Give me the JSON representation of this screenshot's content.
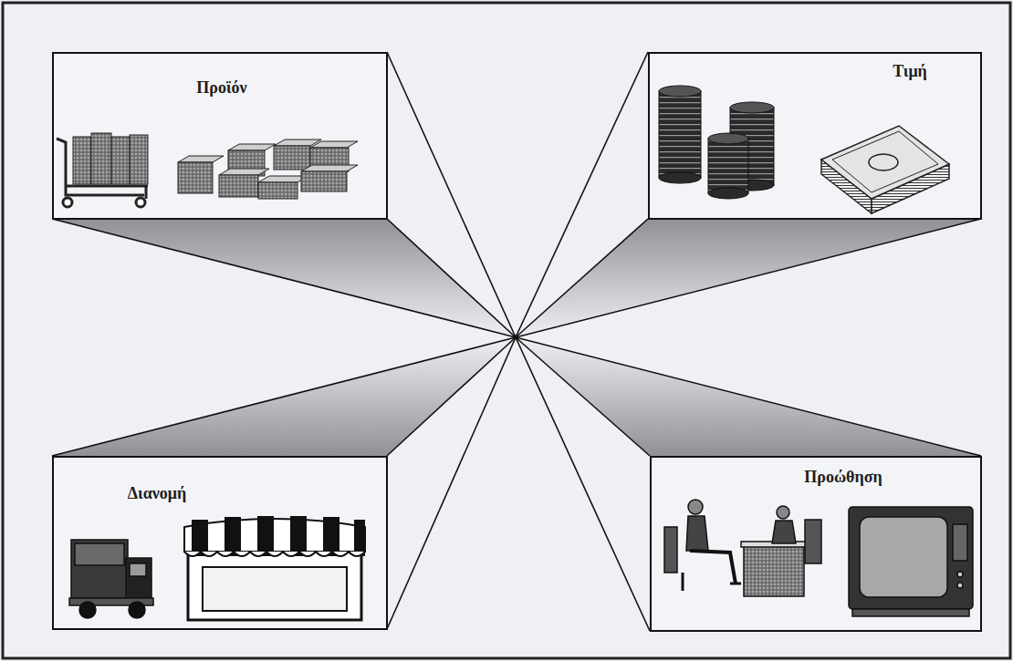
{
  "diagram": {
    "nodes": [
      {
        "text": [
          "Προϊόν"
        ]
      },
      {
        "text": [
          "Τιμή"
        ]
      },
      {
        "text": [
          "Διανομή"
        ]
      },
      {
        "text": [
          "Προώθηση"
        ]
      }
    ]
  }
}
